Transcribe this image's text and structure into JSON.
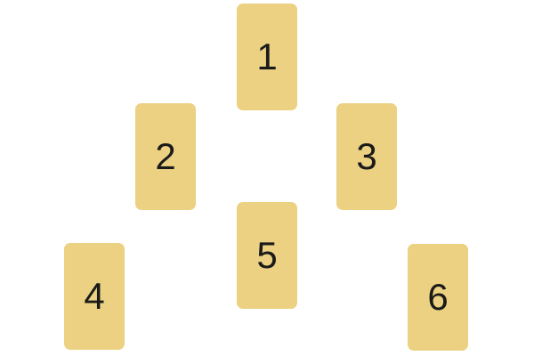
{
  "spread": {
    "description": "six-card spread layout",
    "cards": [
      {
        "label": "1",
        "position": "top-center"
      },
      {
        "label": "2",
        "position": "middle-left"
      },
      {
        "label": "3",
        "position": "middle-right"
      },
      {
        "label": "4",
        "position": "bottom-left"
      },
      {
        "label": "5",
        "position": "bottom-center"
      },
      {
        "label": "6",
        "position": "bottom-right"
      }
    ]
  },
  "colors": {
    "card_fill": "#ebd181",
    "card_text": "#1a1a1a",
    "background": "#ffffff"
  }
}
